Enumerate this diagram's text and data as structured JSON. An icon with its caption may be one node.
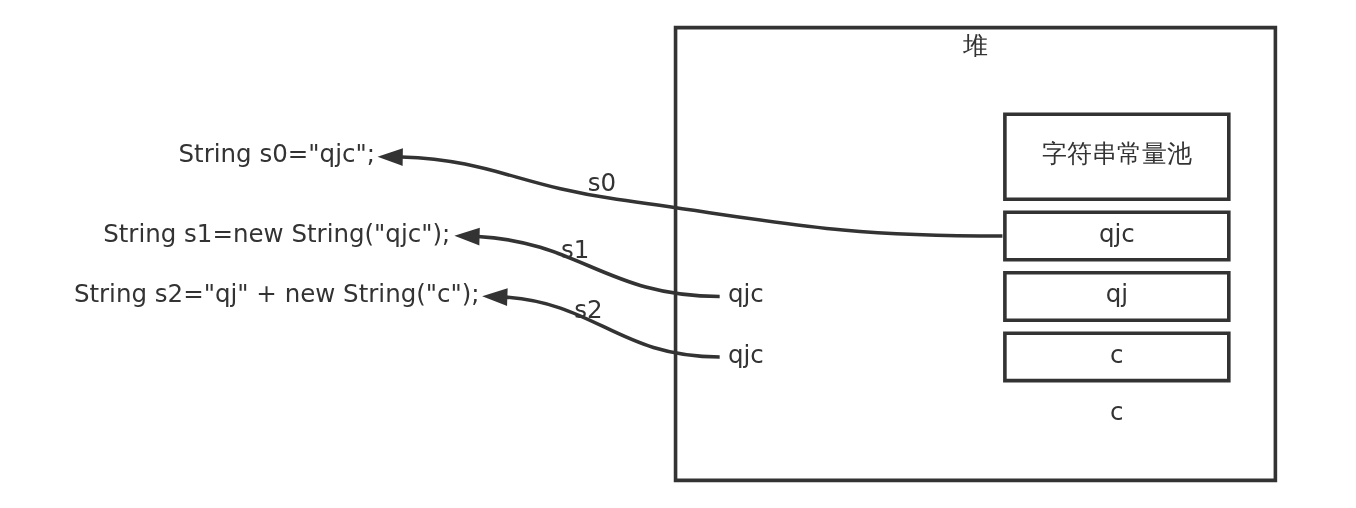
{
  "diagram": {
    "nodes": [
      {
        "text": [
          "String s0=\"qjc\";"
        ]
      },
      {
        "text": [
          "String s1=new String(\"qjc\");"
        ]
      },
      {
        "text": [
          "String s2=\"qj\" + new String(\"c\");"
        ]
      },
      {
        "text": [
          "堆"
        ]
      },
      {
        "text": [
          "字符串常量池"
        ],
        "in": 3
      },
      {
        "text": [
          "qjc"
        ],
        "in": 3
      },
      {
        "text": [
          "qj"
        ],
        "in": 3
      },
      {
        "text": [
          "c"
        ],
        "in": 3
      },
      {
        "text": [
          "qjc"
        ],
        "in": 3
      },
      {
        "text": [
          "qjc"
        ],
        "in": 3
      }
    ],
    "edges": [
      {
        "from": 5,
        "to": 0,
        "arrow": "to",
        "label": "s0"
      },
      {
        "from": 8,
        "to": 1,
        "arrow": "to",
        "label": "s1"
      },
      {
        "from": 9,
        "to": 2,
        "arrow": "to",
        "label": "s2"
      }
    ],
    "labels": [
      "c"
    ]
  }
}
